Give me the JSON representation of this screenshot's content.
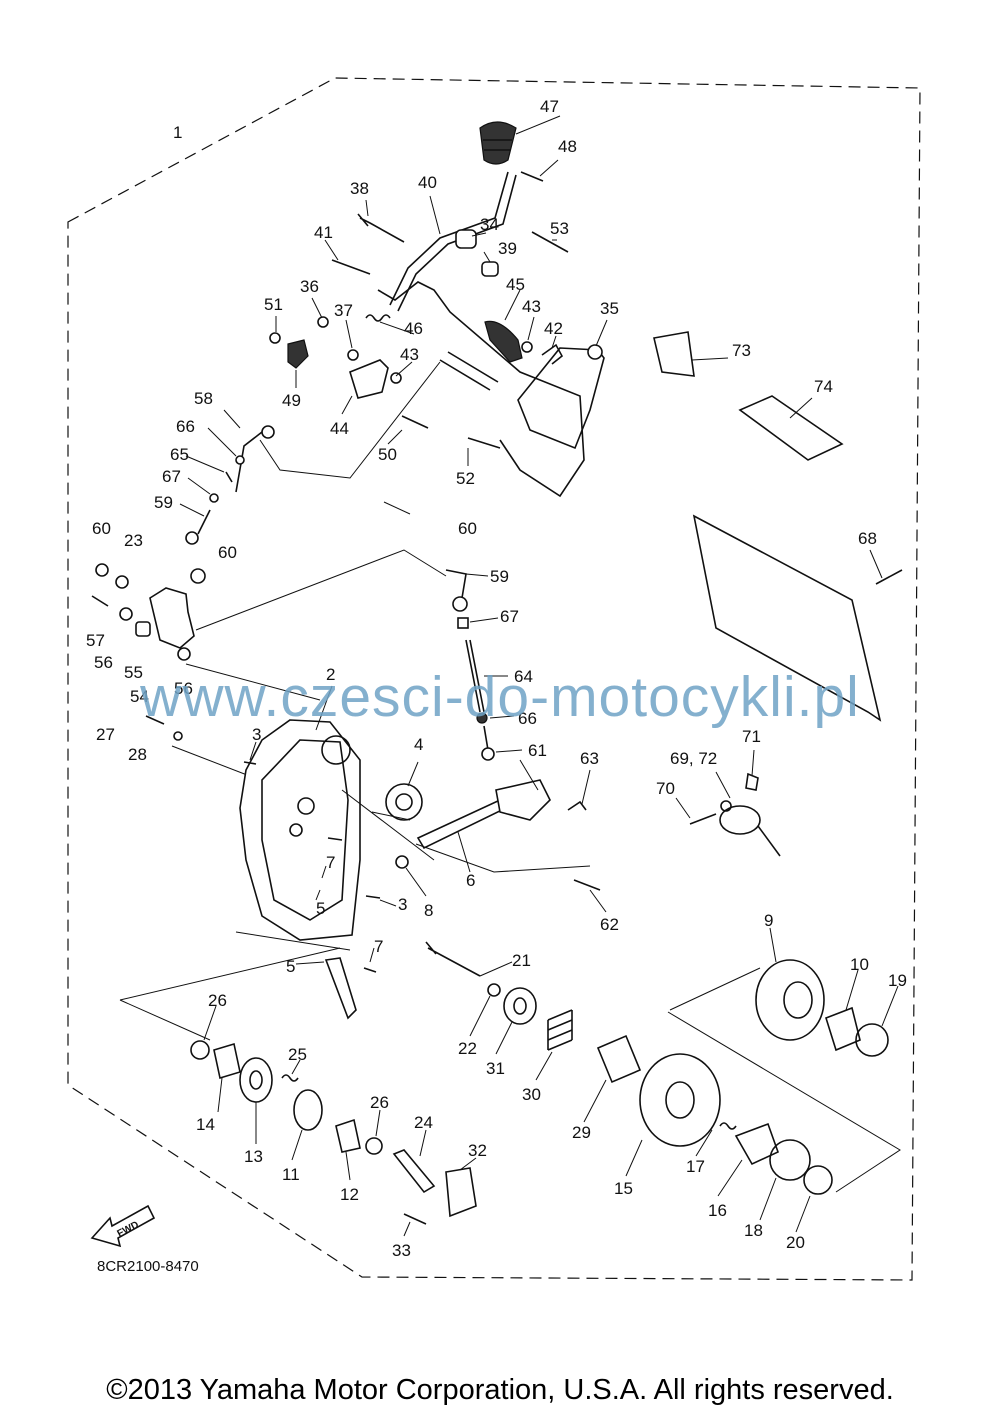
{
  "diagram": {
    "part_labels": [
      "1",
      "2",
      "3",
      "3",
      "4",
      "5",
      "5",
      "6",
      "7",
      "7",
      "8",
      "9",
      "10",
      "11",
      "12",
      "13",
      "14",
      "15",
      "16",
      "17",
      "18",
      "19",
      "20",
      "21",
      "22",
      "23",
      "24",
      "25",
      "26",
      "26",
      "27",
      "28",
      "29",
      "30",
      "31",
      "32",
      "33",
      "34",
      "35",
      "36",
      "37",
      "38",
      "39",
      "40",
      "41",
      "42",
      "43",
      "43",
      "44",
      "45",
      "46",
      "47",
      "48",
      "49",
      "50",
      "51",
      "52",
      "53",
      "54",
      "55",
      "56",
      "56",
      "57",
      "58",
      "59",
      "59",
      "60",
      "60",
      "60",
      "61",
      "62",
      "63",
      "64",
      "65",
      "66",
      "66",
      "67",
      "67",
      "68",
      "69, 72",
      "70",
      "71",
      "73",
      "74"
    ],
    "fwd_label": "FWD",
    "drawing_code": "8CR2100-8470"
  },
  "watermark": "www.czesci-do-motocykli.pl",
  "copyright": "©2013 Yamaha Motor Corporation, U.S.A. All rights reserved."
}
